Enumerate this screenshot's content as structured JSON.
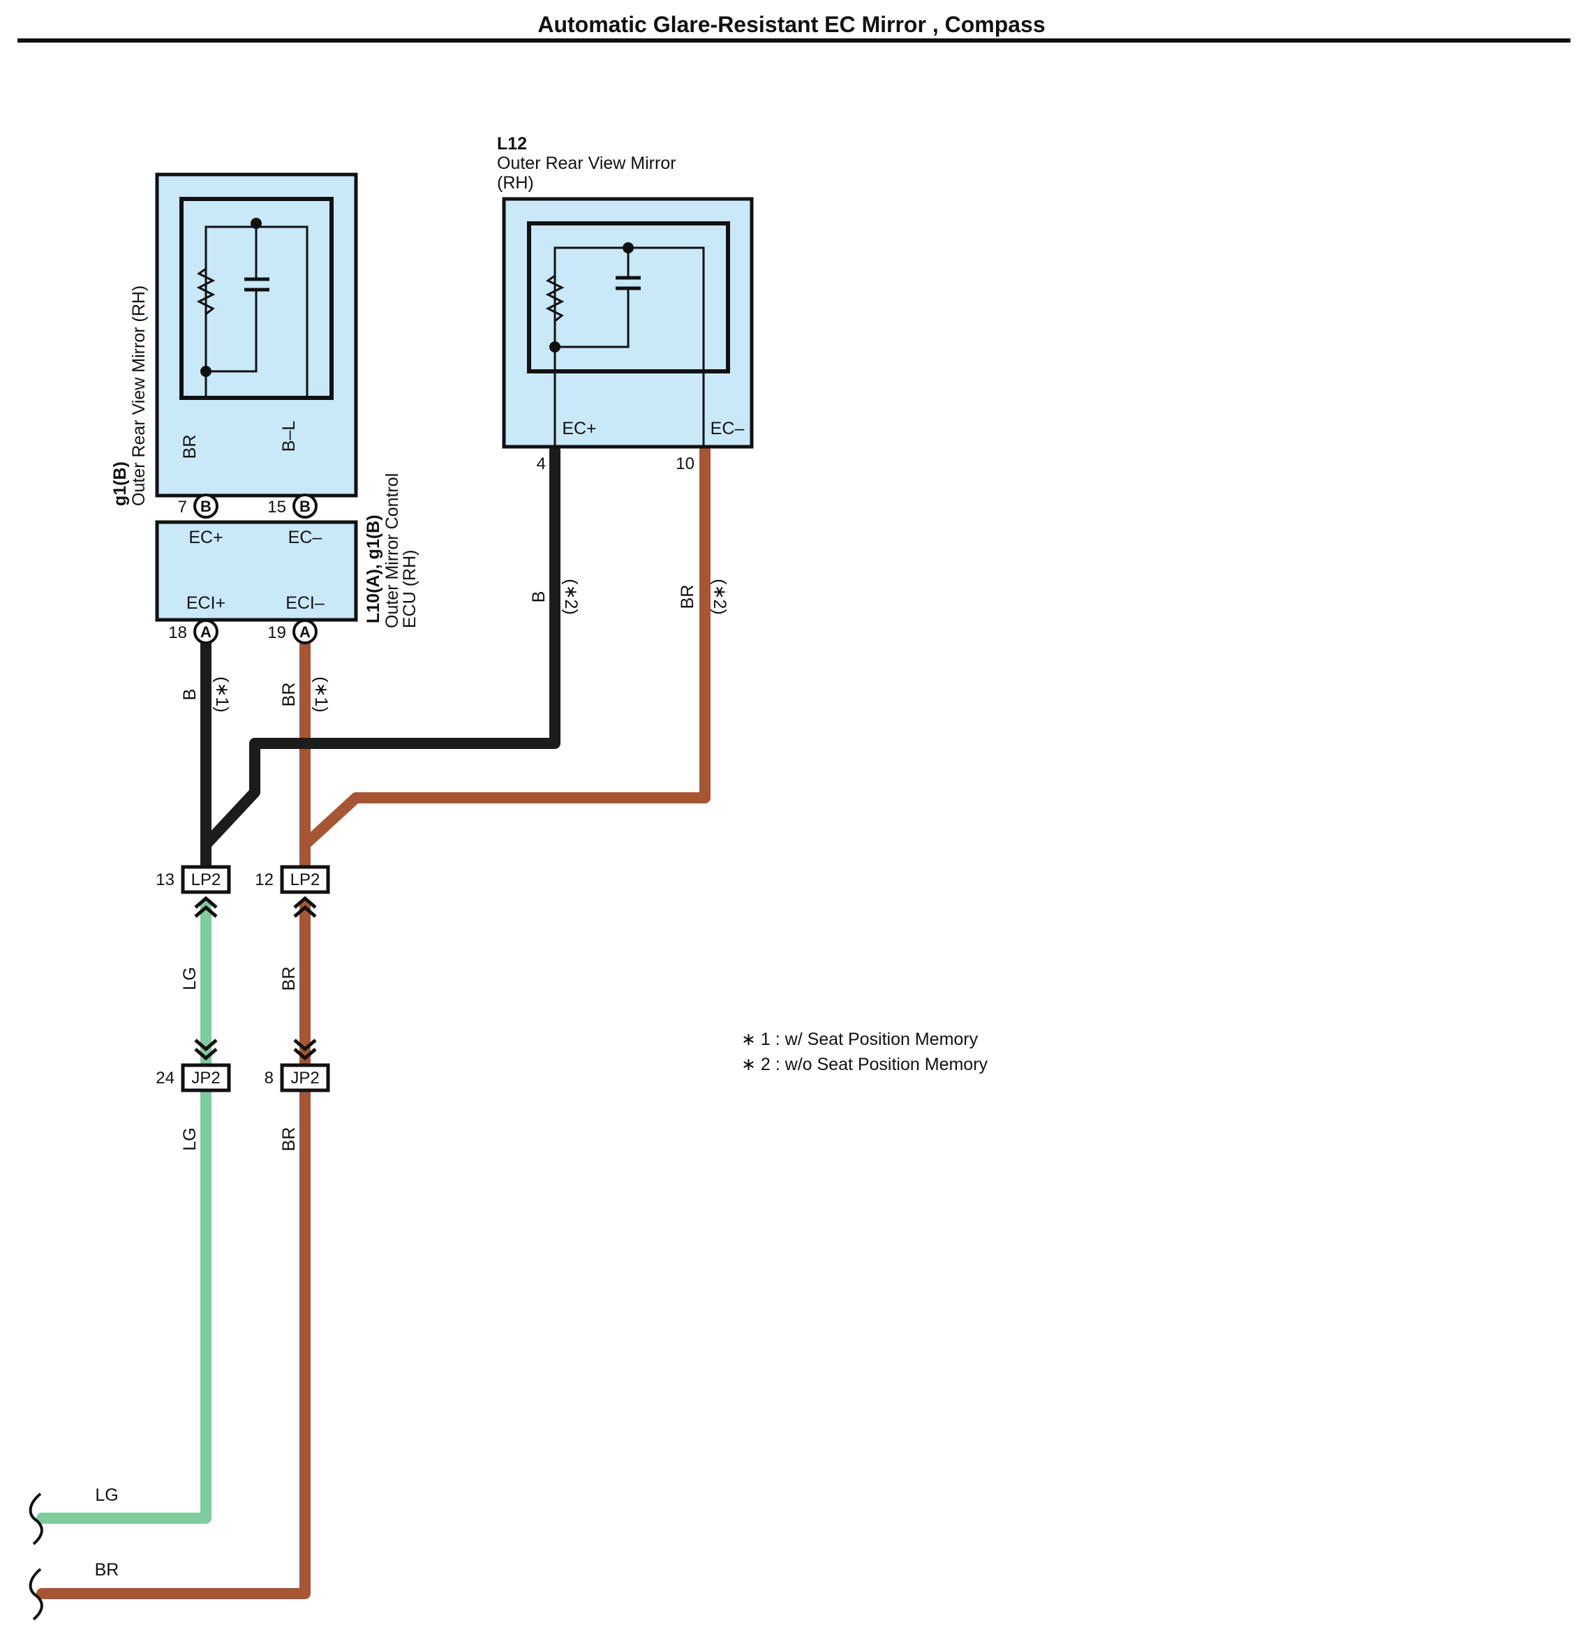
{
  "title": "Automatic Glare-Resistant EC Mirror , Compass",
  "components": {
    "g1": {
      "code": "g1(B)",
      "name": "Outer Rear View Mirror (RH)",
      "wire_left": "BR",
      "wire_right": "B–L"
    },
    "l12": {
      "code": "L12",
      "name_line1": "Outer Rear View Mirror",
      "name_line2": "(RH)",
      "pin_left": "EC+",
      "pin_right": "EC–"
    },
    "ecu": {
      "code": "L10(A), g1(B)",
      "name_line1": "Outer Mirror Control",
      "name_line2": "ECU (RH)",
      "top_left": "EC+",
      "top_right": "EC–",
      "bottom_left": "ECI+",
      "bottom_right": "ECI–"
    }
  },
  "terminals": {
    "t7": {
      "num": "7",
      "letter": "B"
    },
    "t15": {
      "num": "15",
      "letter": "B"
    },
    "t18": {
      "num": "18",
      "letter": "A"
    },
    "t19": {
      "num": "19",
      "letter": "A"
    },
    "t4": {
      "num": "4"
    },
    "t10": {
      "num": "10"
    }
  },
  "wires": {
    "ecu_b": {
      "color": "B",
      "note": "(∗1)"
    },
    "ecu_br": {
      "color": "BR",
      "note": "(∗1)"
    },
    "l12_b": {
      "color": "B",
      "note": "(∗2)"
    },
    "l12_br": {
      "color": "BR",
      "note": "(∗2)"
    },
    "mid_lg": "LG",
    "mid_br": "BR",
    "low_lg": "LG",
    "low_br": "BR",
    "end_lg": "LG",
    "end_br": "BR"
  },
  "connectors": {
    "lp2_13": {
      "num": "13",
      "name": "LP2"
    },
    "lp2_12": {
      "num": "12",
      "name": "LP2"
    },
    "jp2_24": {
      "num": "24",
      "name": "JP2"
    },
    "jp2_8": {
      "num": "8",
      "name": "JP2"
    }
  },
  "notes": [
    "∗ 1 : w/ Seat Position Memory",
    "∗ 2 : w/o Seat Position Memory"
  ],
  "colors": {
    "BR": "#a65634",
    "B": "#1c1c1c",
    "LG": "#7fcc9e",
    "component_fill": "#c9e8f8"
  }
}
